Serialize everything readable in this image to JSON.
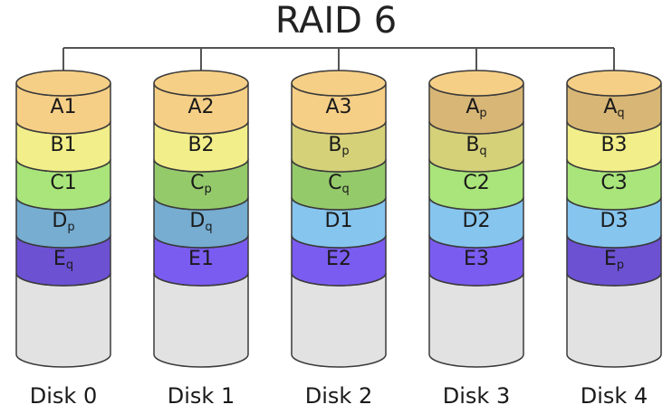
{
  "title": "RAID 6",
  "colors": {
    "A": "#f6cf86",
    "B": "#f2ee8a",
    "C": "#a9e57a",
    "D": "#86c5ee",
    "E": "#7b5cf0",
    "empty": "#e2e2e2",
    "outline": "#3a3a3a",
    "connector": "#555555"
  },
  "disks": [
    {
      "label": "Disk 0",
      "blocks": [
        {
          "row": "A",
          "base": "A",
          "sub": "1",
          "subscript": false
        },
        {
          "row": "B",
          "base": "B",
          "sub": "1",
          "subscript": false
        },
        {
          "row": "C",
          "base": "C",
          "sub": "1",
          "subscript": false
        },
        {
          "row": "D",
          "base": "D",
          "sub": "p",
          "subscript": true
        },
        {
          "row": "E",
          "base": "E",
          "sub": "q",
          "subscript": true
        }
      ]
    },
    {
      "label": "Disk 1",
      "blocks": [
        {
          "row": "A",
          "base": "A",
          "sub": "2",
          "subscript": false
        },
        {
          "row": "B",
          "base": "B",
          "sub": "2",
          "subscript": false
        },
        {
          "row": "C",
          "base": "C",
          "sub": "p",
          "subscript": true
        },
        {
          "row": "D",
          "base": "D",
          "sub": "q",
          "subscript": true
        },
        {
          "row": "E",
          "base": "E",
          "sub": "1",
          "subscript": false
        }
      ]
    },
    {
      "label": "Disk 2",
      "blocks": [
        {
          "row": "A",
          "base": "A",
          "sub": "3",
          "subscript": false
        },
        {
          "row": "B",
          "base": "B",
          "sub": "p",
          "subscript": true
        },
        {
          "row": "C",
          "base": "C",
          "sub": "q",
          "subscript": true
        },
        {
          "row": "D",
          "base": "D",
          "sub": "1",
          "subscript": false
        },
        {
          "row": "E",
          "base": "E",
          "sub": "2",
          "subscript": false
        }
      ]
    },
    {
      "label": "Disk 3",
      "blocks": [
        {
          "row": "A",
          "base": "A",
          "sub": "p",
          "subscript": true
        },
        {
          "row": "B",
          "base": "B",
          "sub": "q",
          "subscript": true
        },
        {
          "row": "C",
          "base": "C",
          "sub": "2",
          "subscript": false
        },
        {
          "row": "D",
          "base": "D",
          "sub": "2",
          "subscript": false
        },
        {
          "row": "E",
          "base": "E",
          "sub": "3",
          "subscript": false
        }
      ]
    },
    {
      "label": "Disk 4",
      "blocks": [
        {
          "row": "A",
          "base": "A",
          "sub": "q",
          "subscript": true
        },
        {
          "row": "B",
          "base": "B",
          "sub": "3",
          "subscript": false
        },
        {
          "row": "C",
          "base": "C",
          "sub": "3",
          "subscript": false
        },
        {
          "row": "D",
          "base": "D",
          "sub": "3",
          "subscript": false
        },
        {
          "row": "E",
          "base": "E",
          "sub": "p",
          "subscript": true
        }
      ]
    }
  ]
}
